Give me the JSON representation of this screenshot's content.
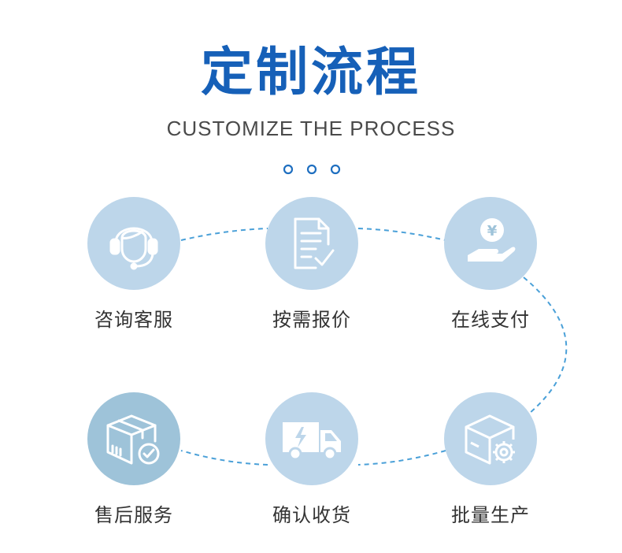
{
  "header": {
    "title": "定制流程",
    "subtitle": "CUSTOMIZE THE PROCESS"
  },
  "colors": {
    "title": "#1660b8",
    "circle": "#bdd6ea",
    "dashed_line": "#4aa0d8"
  },
  "steps": [
    {
      "label": "咨询客服",
      "icon": "headset-icon"
    },
    {
      "label": "按需报价",
      "icon": "document-check-icon"
    },
    {
      "label": "在线支付",
      "icon": "hand-yen-coin-icon"
    },
    {
      "label": "批量生产",
      "icon": "box-gear-icon"
    },
    {
      "label": "确认收货",
      "icon": "delivery-truck-icon"
    },
    {
      "label": "售后服务",
      "icon": "package-check-icon"
    }
  ],
  "yen_symbol": "¥"
}
